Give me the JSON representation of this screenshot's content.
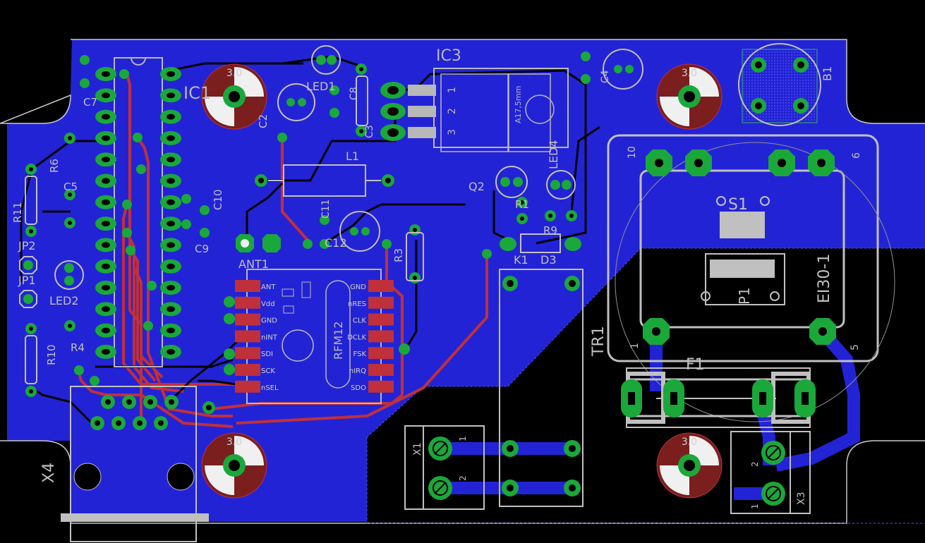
{
  "colors": {
    "background": "#000000",
    "copper_fill": "#2323d6",
    "trace_top": "#c0303a",
    "trace_bottom": "#000000",
    "pad": "#1aa83a",
    "silk": "#b8b8b8",
    "outline": "#c8c8c8",
    "keepout": "#5050ff"
  },
  "labels": {
    "ic1": "IC1",
    "ic3": "IC3",
    "ic3_value": "A17,5mm",
    "ic3_pin1": "1",
    "ic3_pin2": "2",
    "ic3_pin3": "3",
    "led1": "LED1",
    "led2": "LED2",
    "led4": "LED4",
    "c2": "C2",
    "c3": "C3",
    "c4": "C4",
    "c5": "C5",
    "c7": "C7",
    "c8": "C8",
    "c9": "C9",
    "c10": "C10",
    "c11": "C11",
    "c12": "C12",
    "l1": "L1",
    "r1": "R1",
    "r3": "R3",
    "r4": "R4",
    "r6": "R6",
    "r9": "R9",
    "r10": "R10",
    "r11": "R11",
    "q2": "Q2",
    "k1": "K1",
    "d3": "D3",
    "jp1": "JP1",
    "jp2": "JP2",
    "ant1": "ANT1",
    "b1": "B1",
    "s1": "S1",
    "p1": "P1",
    "ei30": "EI30-1",
    "tr1": "TR1",
    "f1": "F1",
    "x1": "X1",
    "x3": "X3",
    "x4": "X4",
    "tr_pin10": "10",
    "tr_pin6": "6",
    "tr_pin1": "1",
    "tr_pin5": "5",
    "x1_pin1": "1",
    "x1_pin2": "2",
    "x3_pin1": "1",
    "x3_pin2": "2",
    "hole": "3.0",
    "rfm12": "RFM12",
    "rfm_left": [
      "ANT",
      "Vdd",
      "GND",
      "nINT",
      "SDI",
      "SCK",
      "nSEL"
    ],
    "rfm_right": [
      "GND",
      "nRES",
      "CLK",
      "DCLK",
      "FSK",
      "nIRQ",
      "SDO"
    ]
  }
}
